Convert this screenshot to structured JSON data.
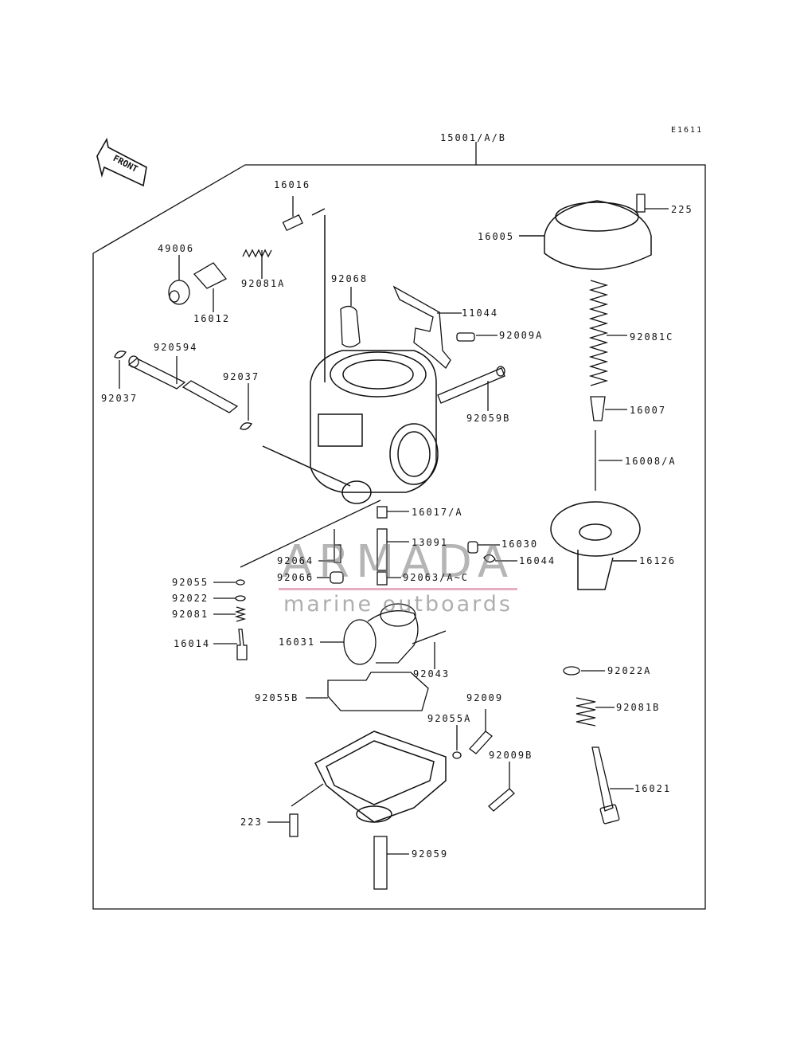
{
  "diagram_code": "E1611",
  "front_label": "FRONT",
  "assembly_label": "15001/A/B",
  "watermark": {
    "brand": "ARMADA",
    "tagline": "marine outboards",
    "brand_color": "#e08aa6"
  },
  "part_labels": {
    "p16016": "16016",
    "p49006": "49006",
    "p92081A": "92081A",
    "p16012": "16012",
    "p92068": "92068",
    "p11044": "11044",
    "p92009A": "92009A",
    "p920594": "920594",
    "p92037_a": "92037",
    "p92037_b": "92037",
    "p92059B": "92059B",
    "p16017A": "16017/A",
    "p13091": "13091",
    "p92064": "92064",
    "p92066": "92066",
    "p92063": "92063/A~C",
    "p92055": "92055",
    "p92022": "92022",
    "p92081": "92081",
    "p16014": "16014",
    "p16031": "16031",
    "p92043": "92043",
    "p92055B": "92055B",
    "p92009": "92009",
    "p92055A": "92055A",
    "p92009B": "92009B",
    "p223": "223",
    "p92059": "92059",
    "p225": "225",
    "p16005": "16005",
    "p92081C": "92081C",
    "p16007": "16007",
    "p16008A": "16008/A",
    "p16030": "16030",
    "p16044": "16044",
    "p16126": "16126",
    "p92022A": "92022A",
    "p92081B": "92081B",
    "p16021": "16021"
  }
}
